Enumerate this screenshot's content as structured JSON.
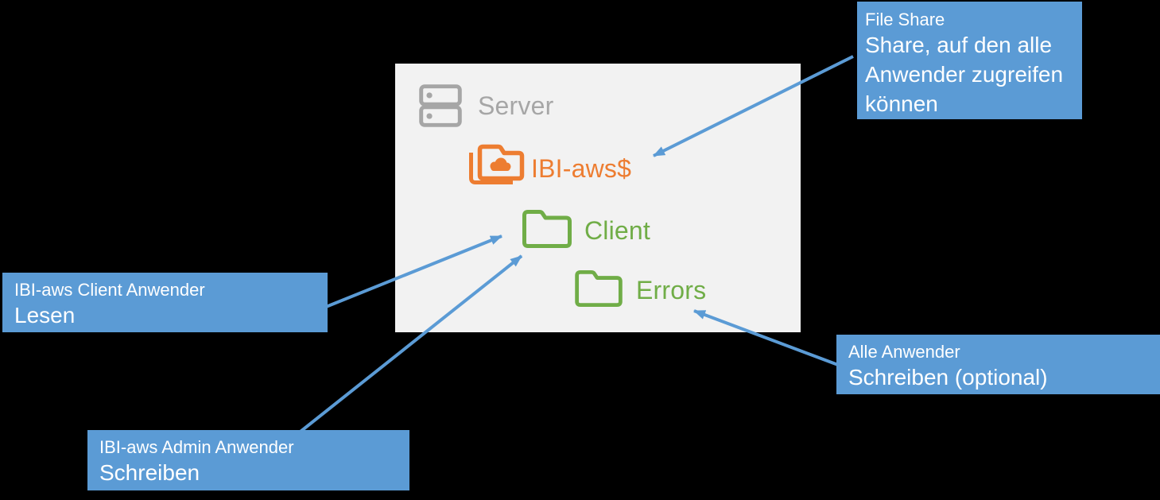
{
  "slide": {
    "panel": {
      "server": {
        "label": "Server",
        "icon": "server-icon"
      },
      "folders": [
        {
          "label": "IBI-aws$",
          "icon": "shared-cloud-folder-icon",
          "color": "#ED7D31"
        },
        {
          "label": "Client",
          "icon": "folder-icon",
          "color": "#70AD47"
        },
        {
          "label": "Errors",
          "icon": "folder-icon",
          "color": "#70AD47"
        }
      ]
    },
    "callouts": {
      "file_share": {
        "title": "File Share",
        "body": "Share, auf den alle Anwender zugreifen können"
      },
      "client_user": {
        "title": "IBI-aws Client Anwender",
        "body": "Lesen"
      },
      "admin_user": {
        "title": "IBI-aws Admin Anwender",
        "body": "Schreiben"
      },
      "all_users": {
        "title": "Alle Anwender",
        "body": "Schreiben (optional)"
      }
    },
    "colors": {
      "bg": "#000000",
      "panel": "#F2F2F2",
      "blue": "#5B9BD5",
      "gray": "#A6A6A6",
      "orange": "#ED7D31",
      "green": "#70AD47",
      "white": "#FFFFFF"
    }
  }
}
